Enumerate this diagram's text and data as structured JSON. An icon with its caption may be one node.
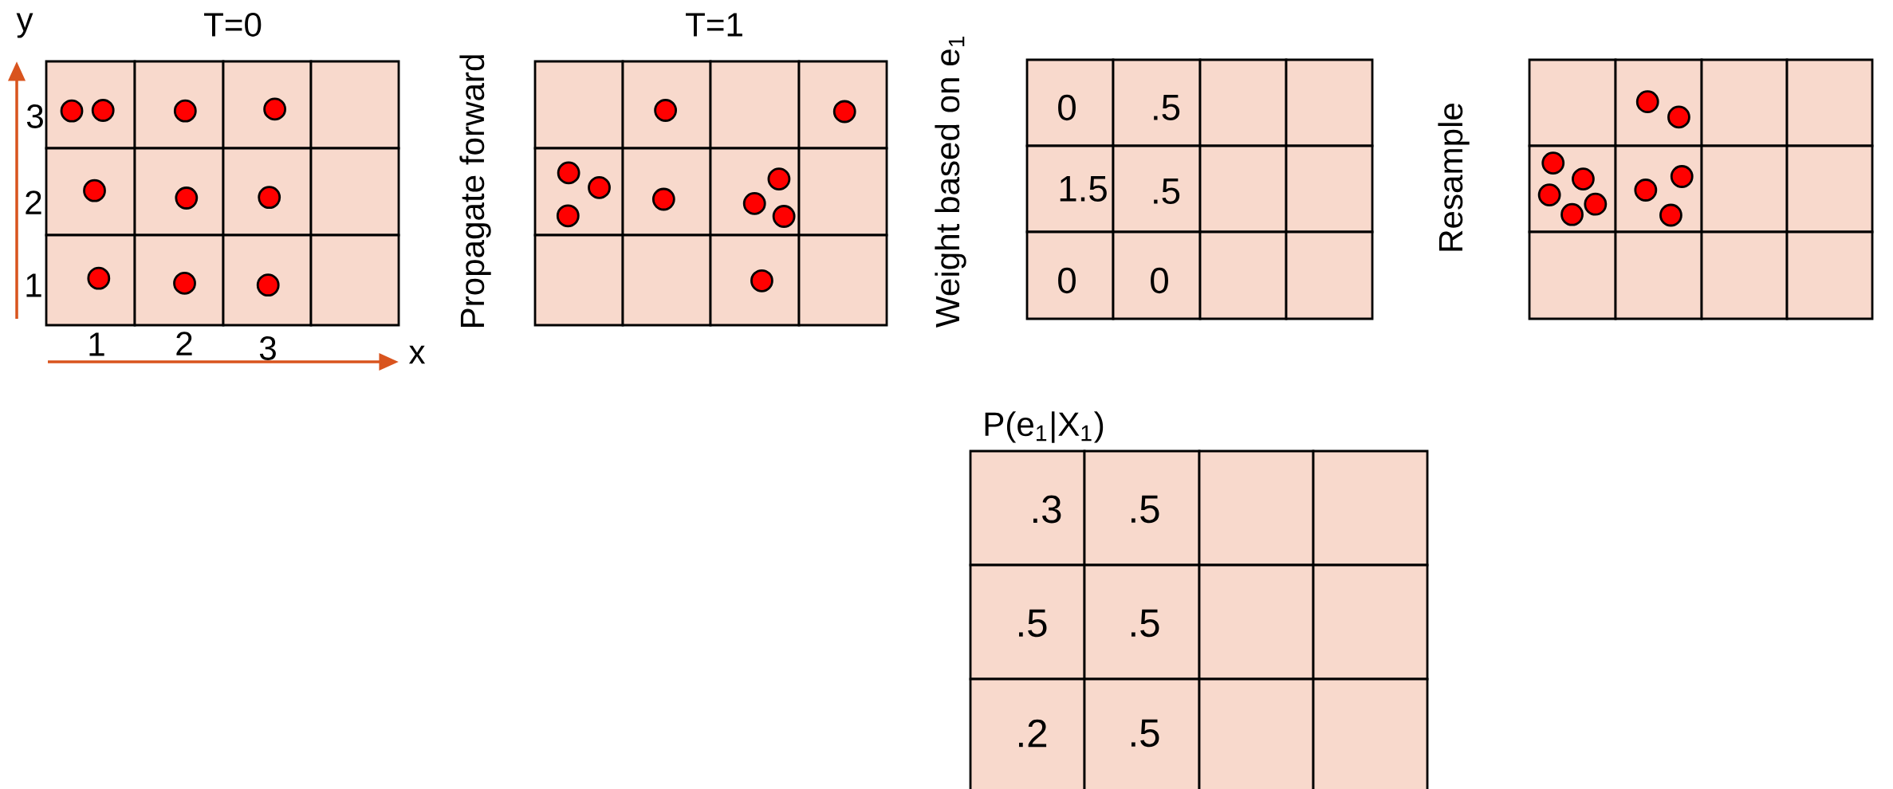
{
  "diagram": {
    "labels": [
      "y",
      "T=0",
      "Propagate forward",
      "T=1",
      "Weight based on e$_{1}$",
      "Resample",
      "3",
      "2",
      "1",
      "1",
      "2",
      "3",
      "x",
      "0",
      ".5",
      "1.5",
      ".5",
      "0",
      "0",
      "P(e$_{1}$|X$_{1}$)",
      ".3",
      ".5",
      ".5",
      ".5",
      ".2",
      ".5"
    ]
  }
}
